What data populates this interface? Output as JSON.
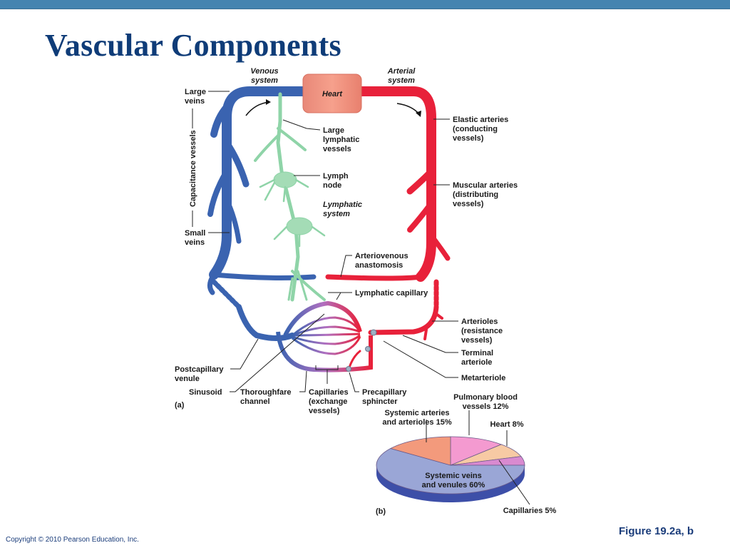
{
  "slide": {
    "title": "Vascular Components",
    "copyright": "Copyright © 2010 Pearson Education, Inc.",
    "figure_ref": "Figure 19.2a, b",
    "accent_color": "#4584b0",
    "title_color": "#0f3c78"
  },
  "panel_a": {
    "panel_label": "(a)",
    "heart": "Heart",
    "venous_system": [
      "Venous",
      "system"
    ],
    "arterial_system": [
      "Arterial",
      "system"
    ],
    "large_veins": [
      "Large",
      "veins"
    ],
    "capacitance_vessels": "Capacitance vessels",
    "small_veins": [
      "Small",
      "veins"
    ],
    "large_lymphatic_vessels": [
      "Large",
      "lymphatic",
      "vessels"
    ],
    "lymph_node": [
      "Lymph",
      "node"
    ],
    "lymphatic_system": [
      "Lymphatic",
      "system"
    ],
    "elastic_arteries": [
      "Elastic arteries",
      "(conducting",
      "vessels)"
    ],
    "muscular_arteries": [
      "Muscular arteries",
      "(distributing",
      "vessels)"
    ],
    "arteriovenous_anastomosis": [
      "Arteriovenous",
      "anastomosis"
    ],
    "lymphatic_capillary": "Lymphatic capillary",
    "arterioles": [
      "Arterioles",
      "(resistance",
      "vessels)"
    ],
    "terminal_arteriole": [
      "Terminal",
      "arteriole"
    ],
    "metarteriole": "Metarteriole",
    "postcapillary_venule": [
      "Postcapillary",
      "venule"
    ],
    "sinusoid": "Sinusoid",
    "thoroughfare_channel": [
      "Thoroughfare",
      "channel"
    ],
    "capillaries": [
      "Capillaries",
      "(exchange",
      "vessels)"
    ],
    "precapillary_sphincter": [
      "Precapillary",
      "sphincter"
    ],
    "colors": {
      "vein": "#3a63b0",
      "artery": "#e8213a",
      "lymph": "#8fd4a8",
      "heart": "#f08a78"
    }
  },
  "chart_data": {
    "type": "pie",
    "title": "Distribution of blood volume",
    "panel_label": "(b)",
    "slices": [
      {
        "label": "Systemic veins and venules",
        "value": 60,
        "color": "#9aa6d6",
        "text": [
          "Systemic veins",
          "and venules 60%"
        ]
      },
      {
        "label": "Systemic arteries and arterioles",
        "value": 15,
        "color": "#f39a7c",
        "text": [
          "Systemic arteries",
          "and arterioles 15%"
        ]
      },
      {
        "label": "Pulmonary blood vessels",
        "value": 12,
        "color": "#f49ad0",
        "text": [
          "Pulmonary blood",
          "vessels 12%"
        ]
      },
      {
        "label": "Heart",
        "value": 8,
        "color": "#f7caa4",
        "text": [
          "Heart 8%"
        ]
      },
      {
        "label": "Capillaries",
        "value": 5,
        "color": "#d98ad0",
        "text": [
          "Capillaries 5%"
        ]
      }
    ],
    "units": "%",
    "legend": "none (direct labels)"
  }
}
